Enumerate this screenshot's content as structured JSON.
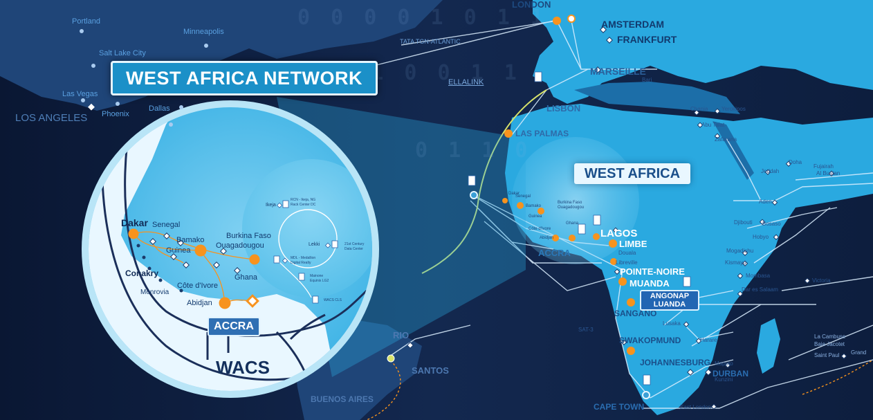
{
  "title": "WEST AFRICA NETWORK",
  "region_label": "WEST AFRICA",
  "accra_label": "ACCRA",
  "accra_small_label": "ACCRA",
  "angonap_line1": "ANGONAP",
  "angonap_line2": "LUANDA",
  "wacs_label": "WACS",
  "binary": [
    "0 0 0 0 1 0 1 1",
    "1 0 1 0 0 1 1",
    "0 1 1 0"
  ],
  "americas": {
    "portland": "Portland",
    "minneapolis": "Minneapolis",
    "salt_lake": "Salt Lake City",
    "las_vegas": "Las Vegas",
    "phoenix": "Phoenix",
    "dallas": "Dallas",
    "los_angeles": "LOS ANGELES"
  },
  "cables": {
    "tata": "TATA TGN-ATLANTIC",
    "ellalink": "ELLALINK",
    "sat3": "SAT-3"
  },
  "europe": {
    "london": "LONDON",
    "amsterdam": "AMSTERDAM",
    "frankfurt": "FRANKFURT",
    "marseille": "MARSEILLE",
    "lisbon": "LISBON",
    "bari": "Bari",
    "las_palmas": "LAS PALMAS"
  },
  "mideast": {
    "chania": "Chania",
    "yerokipos": "Yerokipos",
    "abu_talat": "Abu Talat",
    "zafarana": "Zafarana",
    "jeddah": "Jeddah",
    "doha": "Doha",
    "fujairah": "Fujairah",
    "al_bustan": "Al Bustan",
    "aden": "Aden",
    "djibouti": "Djibouti",
    "bosaso": "Bosaso",
    "hobyo": "Hobyo",
    "mogadishu": "Mogadishu",
    "kismayo": "Kismayo",
    "mombasa": "Mombasa",
    "dar": "Dar es Salaam",
    "victoria": "Victoria"
  },
  "africa": {
    "lagos": "LAGOS",
    "limbe": "LIMBE",
    "douala": "Douala",
    "libreville": "Libreville",
    "pointe_noire": "POINTE-NOIRE",
    "muanda": "MUANDA",
    "sangano": "SANGANO",
    "lusaka": "Lusaka",
    "harare": "Harare",
    "swakopmund": "SWAKOPMUND",
    "johannesburg": "JOHANNESBURG",
    "maputo": "Maputo",
    "durban": "DURBAN",
    "kunzini": "Kunzini",
    "cape_town": "CAPE TOWN",
    "east_london": "East London",
    "la_cambuse": "La Cambuse",
    "baie_jacotet": "Baie Jacotet",
    "saint_paul": "Saint Paul",
    "grand": "Grand"
  },
  "southam": {
    "rio": "RIO",
    "santos": "SANTOS",
    "buenos_aires": "BUENOS AIRES"
  },
  "mini": {
    "dakar": "Dakar",
    "senegal": "Senegal",
    "bamako": "Bamako",
    "burkina": "Burkina Faso",
    "ouaga": "Ouagadougou",
    "cote": "Côte d'Ivore",
    "abidjan": "Abidjan",
    "ghana": "Ghana",
    "guinea": "Guinea"
  },
  "zoom": {
    "dakar": "Dakar",
    "senegal": "Senegal",
    "bamako": "Bamako",
    "guinea": "Guinea",
    "conakry": "Conakry",
    "burkina": "Burkina Faso",
    "ouaga": "Ouagadougou",
    "ghana": "Ghana",
    "cote": "Côte d'Ivore",
    "monrovia": "Monrovia",
    "abidjan": "Abidjan",
    "ikeja": "Ikeja",
    "lekki": "Lekki",
    "rcn_1": "RCN - Ikeja, NG",
    "rcn_2": "Rack Center DC",
    "dc21_1": "21st Century",
    "dc21_2": "Data Center",
    "mdl_1": "MDL - Medallion",
    "mdl_2": "Digital Realty",
    "maina_1": "Mainone",
    "maina_2": "Equinix LG2",
    "wacs_cls": "WACS CLS"
  },
  "colors": {
    "ocean": "#0d1e3e",
    "land": "#2aa9e0",
    "cable": "#dcefff",
    "node": "#f7931e",
    "yellow_cable": "#d8e36a",
    "title_bg": "#1b90c8"
  }
}
